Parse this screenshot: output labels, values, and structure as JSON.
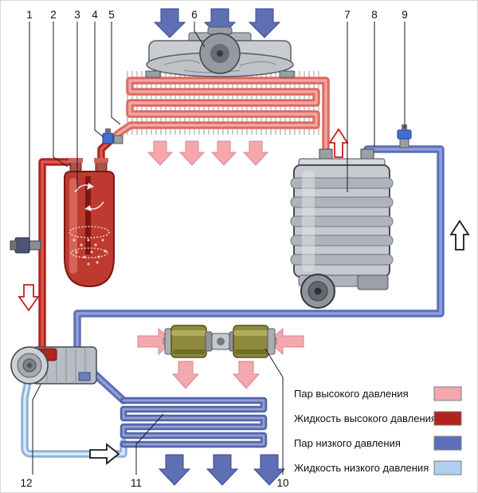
{
  "diagram": {
    "callouts": [
      "1",
      "2",
      "3",
      "4",
      "5",
      "6",
      "7",
      "8",
      "9",
      "10",
      "11",
      "12"
    ]
  },
  "legend": {
    "items": [
      {
        "label": "Пар высокого давления",
        "color": "#F3A8AE"
      },
      {
        "label": "Жидкость высокого давления",
        "color": "#B2231E"
      },
      {
        "label": "Пар низкого давления",
        "color": "#5C6FB8"
      },
      {
        "label": "Жидкость низкого давления",
        "color": "#AFD0EE"
      }
    ]
  },
  "colors": {
    "high_pressure_vapor": "#F3A8AE",
    "high_pressure_liquid": "#B2231E",
    "low_pressure_vapor": "#5C6FB8",
    "low_pressure_liquid": "#AFD0EE",
    "airflow_cold": "#5E6FB6",
    "airflow_warm": "#F3A8AE"
  }
}
